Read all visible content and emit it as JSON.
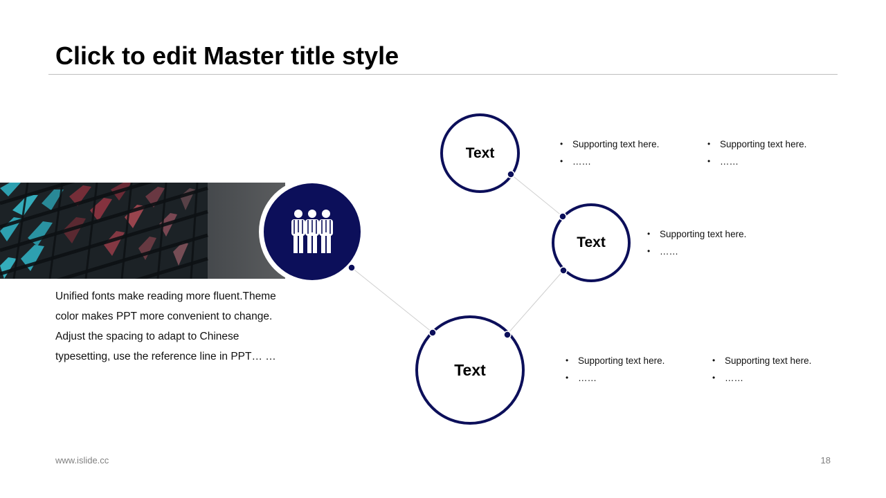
{
  "slide": {
    "title": "Click to edit Master title style",
    "body_text": "Unified fonts make reading more fluent.Theme color makes PPT more convenient to change. Adjust the spacing to adapt to Chinese typesetting, use the reference line in PPT… …",
    "footer_url": "www.islide.cc",
    "page_number": "18"
  },
  "hub": {
    "icon": "team-people-icon"
  },
  "nodes": [
    {
      "label": "Text"
    },
    {
      "label": "Text"
    },
    {
      "label": "Text"
    }
  ],
  "bullet_groups": {
    "top_left": [
      "Supporting  text here.",
      "……"
    ],
    "top_right": [
      "Supporting  text here.",
      "……"
    ],
    "middle": [
      "Supporting  text here.",
      "……"
    ],
    "bottom_left": [
      "Supporting  text here.",
      "……"
    ],
    "bottom_right": [
      "Supporting  text here.",
      "……"
    ]
  },
  "colors": {
    "accent": "#0c0f5a",
    "connector": "#cfcfcf",
    "title_rule": "#bdbdbd",
    "footer": "#808080"
  }
}
